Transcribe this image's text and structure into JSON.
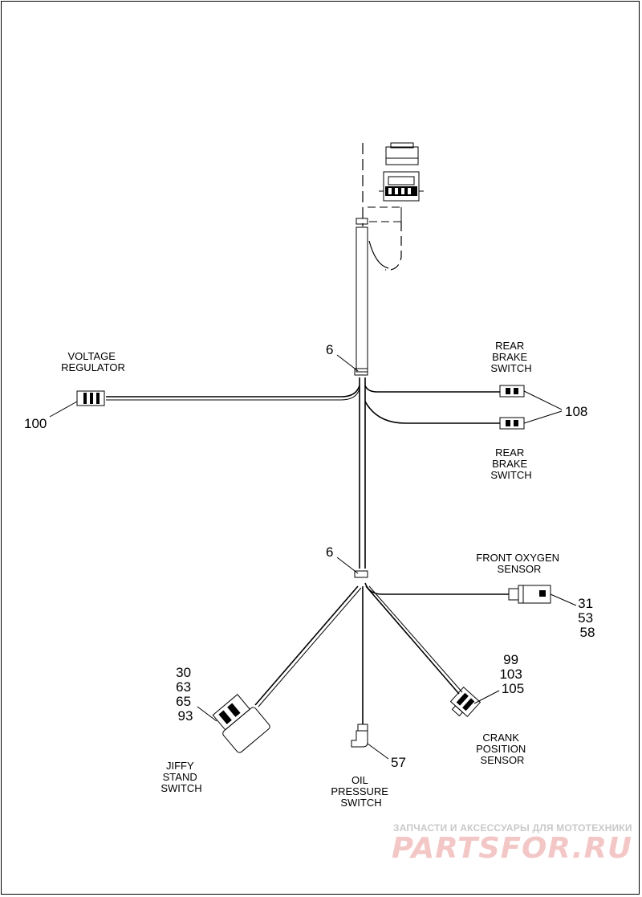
{
  "labels": {
    "voltage_regulator": [
      "VOLTAGE",
      "REGULATOR"
    ],
    "rear_brake_switch_upper": [
      "REAR",
      "BRAKE",
      "SWITCH"
    ],
    "rear_brake_switch_lower": [
      "REAR",
      "BRAKE",
      "SWITCH"
    ],
    "front_oxygen_sensor": [
      "FRONT OXYGEN",
      "SENSOR"
    ],
    "crank_position_sensor": [
      "CRANK",
      "POSITION",
      "SENSOR"
    ],
    "jiffy_stand_switch": [
      "JIFFY",
      "STAND",
      "SWITCH"
    ],
    "oil_pressure_switch": [
      "OIL",
      "PRESSURE",
      "SWITCH"
    ]
  },
  "callouts": {
    "clip_upper": "6",
    "clip_lower": "6",
    "voltage_regulator": "100",
    "rear_brake_switch": "108",
    "front_oxygen_sensor": [
      "31",
      "53",
      "58"
    ],
    "crank_position_sensor": [
      "99",
      "103",
      "105"
    ],
    "jiffy_stand_switch": [
      "30",
      "63",
      "65",
      "93"
    ],
    "oil_pressure_switch": "57"
  },
  "watermark": {
    "tagline": "ЗАПЧАСТИ И АКСЕССУАРЫ ДЛЯ МОТОТЕХНИКИ",
    "logo": "PARTSFOR.RU"
  },
  "colors": {
    "line": "#000000",
    "watermark_logo": "#f4c7c7",
    "watermark_text": "#c9c9c9"
  }
}
